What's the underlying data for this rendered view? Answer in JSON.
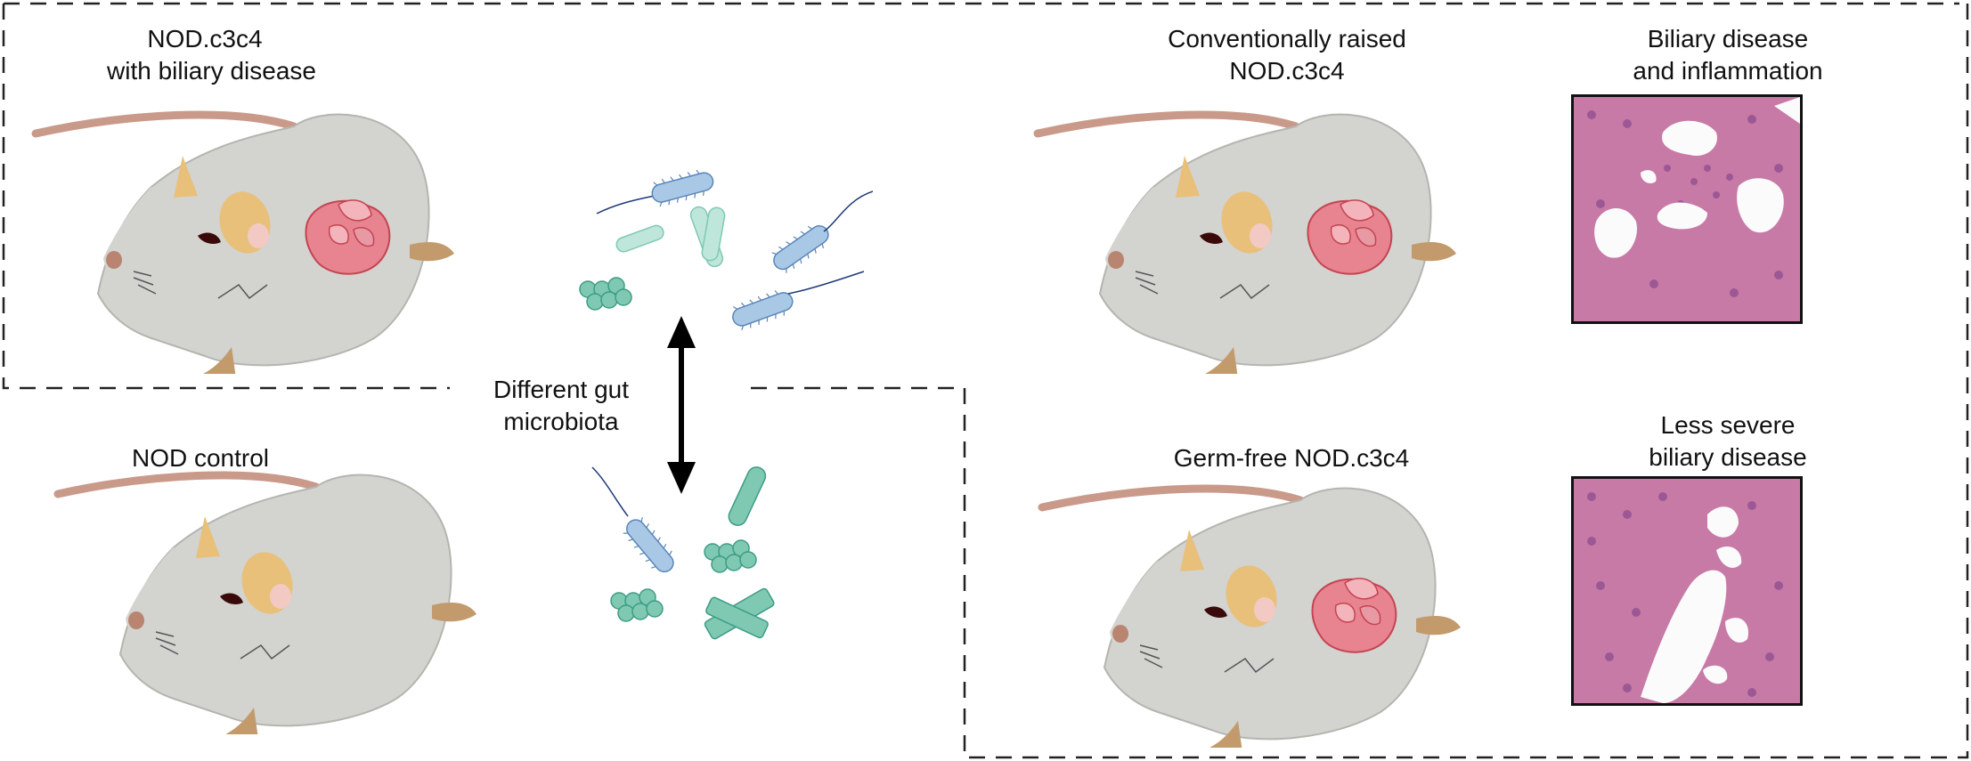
{
  "labels": {
    "nod_c3c4_disease": [
      "NOD.c3c4",
      "with biliary disease"
    ],
    "nod_control": [
      "NOD control"
    ],
    "gut_microbiota": [
      "Different gut",
      "microbiota"
    ],
    "conventional": [
      "Conventionally raised",
      "NOD.c3c4"
    ],
    "germ_free": [
      "Germ-free NOD.c3c4"
    ],
    "biliary_inflammation": [
      "Biliary disease",
      "and inflammation"
    ],
    "less_severe": [
      "Less severe",
      "biliary disease"
    ]
  },
  "colors": {
    "mouse_body": "#d3d3cf",
    "mouse_outline": "#b5b5b0",
    "ear": "#e8c07a",
    "tail": "#c99a8a",
    "paw": "#c29a6c",
    "liver": "#e7848f",
    "liver_dark": "#c54452",
    "bacteria_blue": "#a9c8e6",
    "bacteria_green": "#7fc9b3",
    "tissue": "#c77aa6"
  },
  "icons": [
    "mouse-icon",
    "liver-icon",
    "rod-bacterium-icon",
    "coccus-cluster-icon",
    "double-arrow-icon",
    "histology-image"
  ]
}
